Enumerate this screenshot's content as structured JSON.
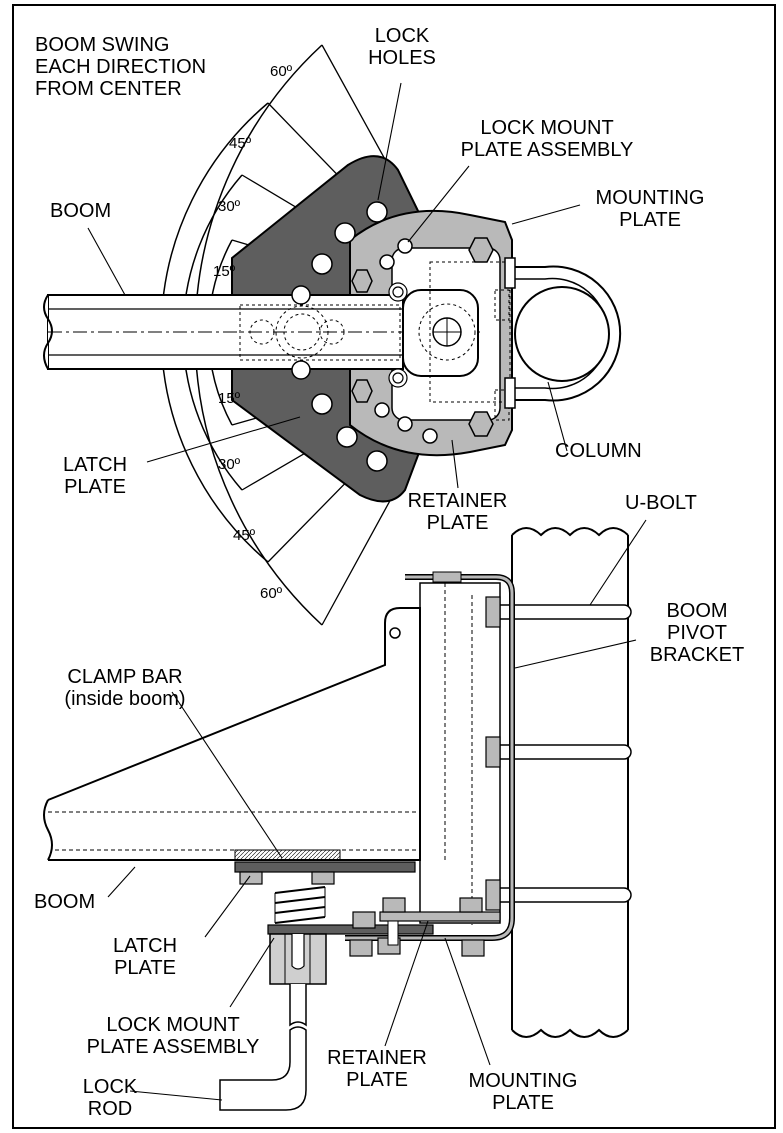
{
  "top_view": {
    "boom_swing_label": "BOOM SWING\nEACH DIRECTION\nFROM CENTER",
    "lock_holes": "LOCK\nHOLES",
    "lock_mount_plate_assembly": "LOCK MOUNT\nPLATE ASSEMBLY",
    "mounting_plate": "MOUNTING\nPLATE",
    "boom": "BOOM",
    "latch_plate": "LATCH\nPLATE",
    "column": "COLUMN",
    "retainer_plate": "RETAINER\nPLATE",
    "angles": {
      "a60_top": "60º",
      "a45_top": "45º",
      "a30_top": "30º",
      "a15_top": "15º",
      "a15_bot": "15º",
      "a30_bot": "30º",
      "a45_bot": "45º",
      "a60_bot": "60º"
    }
  },
  "side_view": {
    "u_bolt": "U-BOLT",
    "boom_pivot_bracket": "BOOM\nPIVOT\nBRACKET",
    "clamp_bar": "CLAMP BAR\n(inside boom)",
    "boom": "BOOM",
    "latch_plate": "LATCH\nPLATE",
    "lock_mount_plate_assembly": "LOCK MOUNT\nPLATE ASSEMBLY",
    "lock_rod": "LOCK\nROD",
    "retainer_plate": "RETAINER\nPLATE",
    "mounting_plate": "MOUNTING\nPLATE"
  },
  "colors": {
    "dark_plate": "#5e5e5e",
    "light_plate": "#b9b9b9",
    "line": "#000000"
  }
}
